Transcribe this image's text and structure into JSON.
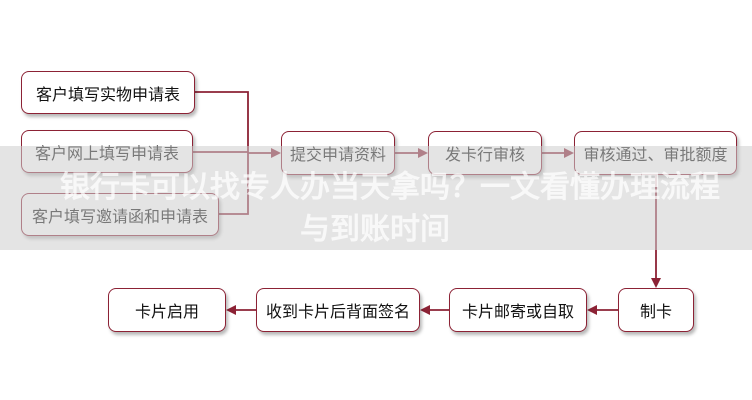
{
  "diagram": {
    "steps": [
      "客户填写实物申请表",
      "客户网上填写申请表",
      "客户填写邀请函和申请表",
      "提交申请资料",
      "发卡行审核",
      "审核通过、审批额度",
      "制卡",
      "卡片邮寄或自取",
      "收到卡片后背面签名",
      "卡片启用"
    ],
    "colors": {
      "connector": "#8c2235",
      "box_border": "#8c2235"
    }
  },
  "watermark": {
    "line1": "银行卡可以找专人办当天拿吗？一文看懂办理流程",
    "line2": "与到账时间"
  }
}
